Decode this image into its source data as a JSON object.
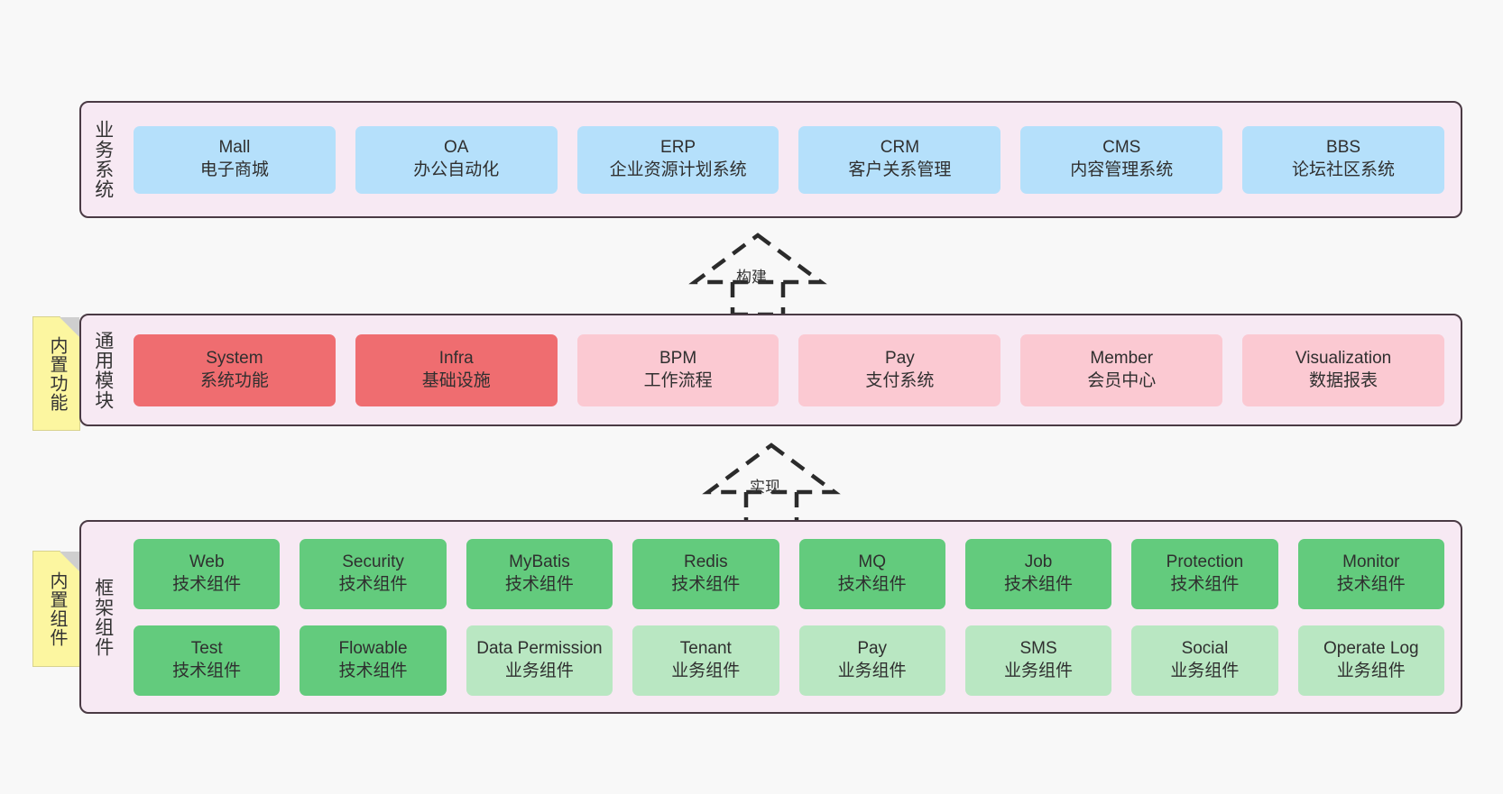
{
  "diagram": {
    "background_color": "#f8f8f8",
    "panel_color": "#f7e9f3",
    "panel_border_color": "#4a3a44",
    "note_color": "#fcf6a0"
  },
  "notes": [
    {
      "id": "builtin-func",
      "label": "内置功能"
    },
    {
      "id": "builtin-comp",
      "label": "内置组件"
    }
  ],
  "connectors": [
    {
      "id": "build",
      "label": "构建",
      "style": "dashed-hollow-arrow-up"
    },
    {
      "id": "impl",
      "label": "实现",
      "style": "dashed-hollow-arrow-up"
    }
  ],
  "layers": [
    {
      "id": "business",
      "title": "业务系统",
      "color": "#b5e0fb",
      "rows": [
        [
          {
            "en": "Mall",
            "cn": "电子商城",
            "color": "#b5e0fb"
          },
          {
            "en": "OA",
            "cn": "办公自动化",
            "color": "#b5e0fb"
          },
          {
            "en": "ERP",
            "cn": "企业资源计划系统",
            "color": "#b5e0fb"
          },
          {
            "en": "CRM",
            "cn": "客户关系管理",
            "color": "#b5e0fb"
          },
          {
            "en": "CMS",
            "cn": "内容管理系统",
            "color": "#b5e0fb"
          },
          {
            "en": "BBS",
            "cn": "论坛社区系统",
            "color": "#b5e0fb"
          }
        ]
      ]
    },
    {
      "id": "modules",
      "title": "通用模块",
      "rows": [
        [
          {
            "en": "System",
            "cn": "系统功能",
            "color": "#ef6d70"
          },
          {
            "en": "Infra",
            "cn": "基础设施",
            "color": "#ef6d70"
          },
          {
            "en": "BPM",
            "cn": "工作流程",
            "color": "#fbc9d2"
          },
          {
            "en": "Pay",
            "cn": "支付系统",
            "color": "#fbc9d2"
          },
          {
            "en": "Member",
            "cn": "会员中心",
            "color": "#fbc9d2"
          },
          {
            "en": "Visualization",
            "cn": "数据报表",
            "color": "#fbc9d2"
          }
        ]
      ]
    },
    {
      "id": "framework",
      "title": "框架组件",
      "rows": [
        [
          {
            "en": "Web",
            "cn": "技术组件",
            "color": "#63cb7d"
          },
          {
            "en": "Security",
            "cn": "技术组件",
            "color": "#63cb7d"
          },
          {
            "en": "MyBatis",
            "cn": "技术组件",
            "color": "#63cb7d"
          },
          {
            "en": "Redis",
            "cn": "技术组件",
            "color": "#63cb7d"
          },
          {
            "en": "MQ",
            "cn": "技术组件",
            "color": "#63cb7d"
          },
          {
            "en": "Job",
            "cn": "技术组件",
            "color": "#63cb7d"
          },
          {
            "en": "Protection",
            "cn": "技术组件",
            "color": "#63cb7d"
          },
          {
            "en": "Monitor",
            "cn": "技术组件",
            "color": "#63cb7d"
          }
        ],
        [
          {
            "en": "Test",
            "cn": "技术组件",
            "color": "#63cb7d"
          },
          {
            "en": "Flowable",
            "cn": "技术组件",
            "color": "#63cb7d"
          },
          {
            "en": "Data Permission",
            "cn": "业务组件",
            "color": "#b9e7c2"
          },
          {
            "en": "Tenant",
            "cn": "业务组件",
            "color": "#b9e7c2"
          },
          {
            "en": "Pay",
            "cn": "业务组件",
            "color": "#b9e7c2"
          },
          {
            "en": "SMS",
            "cn": "业务组件",
            "color": "#b9e7c2"
          },
          {
            "en": "Social",
            "cn": "业务组件",
            "color": "#b9e7c2"
          },
          {
            "en": "Operate Log",
            "cn": "业务组件",
            "color": "#b9e7c2"
          }
        ]
      ]
    }
  ]
}
